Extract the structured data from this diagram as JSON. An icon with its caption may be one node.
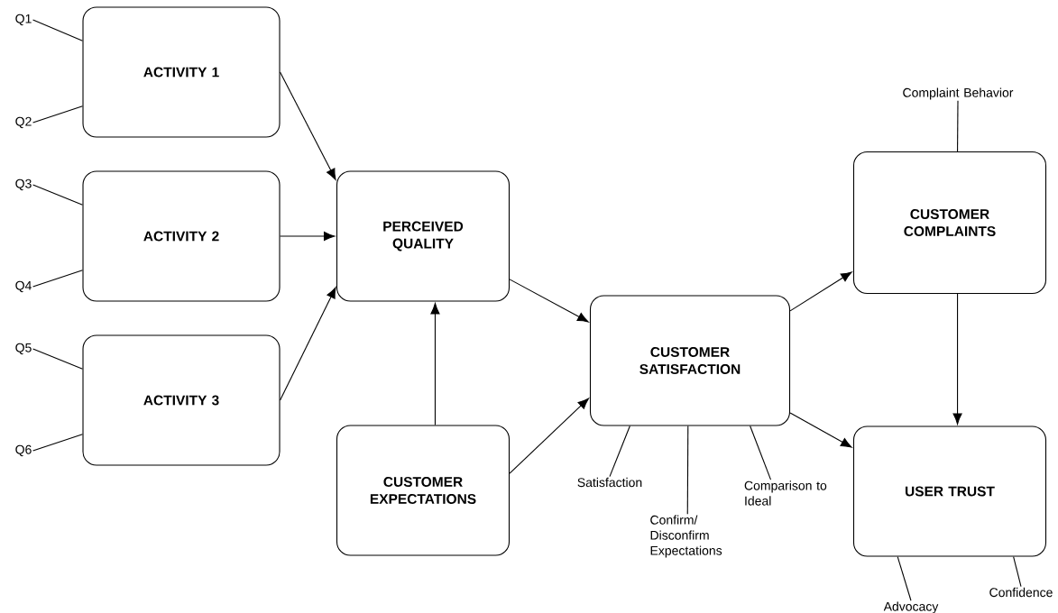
{
  "diagram": {
    "nodes": [
      {
        "text": [
          "Q1"
        ]
      },
      {
        "text": [
          "ACTIVITY 1"
        ]
      },
      {
        "text": [
          "Q2"
        ]
      },
      {
        "text": [
          "Q3"
        ]
      },
      {
        "text": [
          "ACTIVITY 2"
        ]
      },
      {
        "text": [
          "Q4"
        ]
      },
      {
        "text": [
          "Q5"
        ]
      },
      {
        "text": [
          "ACTIVITY 3"
        ]
      },
      {
        "text": [
          "Q6"
        ]
      },
      {
        "text": [
          "PERCEIVED QUALITY"
        ]
      },
      {
        "text": [
          "CUSTOMER EXPECTATIONS"
        ]
      },
      {
        "text": [
          "CUSTOMER SATISFACTION"
        ]
      },
      {
        "text": [
          "Satisfaction"
        ]
      },
      {
        "text": [
          "Confirm/ Disconfirm Expectations"
        ]
      },
      {
        "text": [
          "Comparison to Ideal"
        ]
      },
      {
        "text": [
          "Complaint Behavior"
        ]
      },
      {
        "text": [
          "CUSTOMER COMPLAINTS"
        ]
      },
      {
        "text": [
          "USER TRUST"
        ]
      },
      {
        "text": [
          "Advocacy"
        ]
      },
      {
        "text": [
          "Confidence"
        ]
      }
    ],
    "edges": [
      {
        "from": 0,
        "to": 1,
        "arrow": "none"
      },
      {
        "from": 2,
        "to": 1,
        "arrow": "none"
      },
      {
        "from": 3,
        "to": 4,
        "arrow": "none"
      },
      {
        "from": 5,
        "to": 4,
        "arrow": "none"
      },
      {
        "from": 6,
        "to": 7,
        "arrow": "none"
      },
      {
        "from": 8,
        "to": 7,
        "arrow": "none"
      },
      {
        "from": 1,
        "to": 9,
        "arrow": "to"
      },
      {
        "from": 4,
        "to": 9,
        "arrow": "to"
      },
      {
        "from": 7,
        "to": 9,
        "arrow": "to"
      },
      {
        "from": 10,
        "to": 9,
        "arrow": "to"
      },
      {
        "from": 9,
        "to": 11,
        "arrow": "to"
      },
      {
        "from": 10,
        "to": 11,
        "arrow": "to"
      },
      {
        "from": 12,
        "to": 11,
        "arrow": "none"
      },
      {
        "from": 13,
        "to": 11,
        "arrow": "none"
      },
      {
        "from": 14,
        "to": 11,
        "arrow": "none"
      },
      {
        "from": 11,
        "to": 16,
        "arrow": "to"
      },
      {
        "from": 11,
        "to": 17,
        "arrow": "to"
      },
      {
        "from": 15,
        "to": 16,
        "arrow": "none"
      },
      {
        "from": 16,
        "to": 17,
        "arrow": "to"
      },
      {
        "from": 18,
        "to": 17,
        "arrow": "none"
      },
      {
        "from": 19,
        "to": 17,
        "arrow": "none"
      }
    ]
  }
}
